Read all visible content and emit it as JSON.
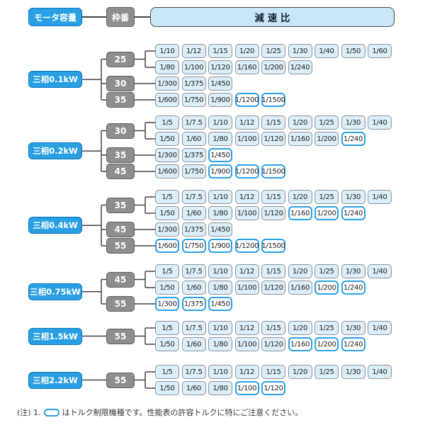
{
  "header": {
    "motor_capacity_label": "モータ容量",
    "frame_label": "枠番",
    "ratio_label": "減 速 比"
  },
  "colors": {
    "accent_blue": "#29a0e4",
    "accent_blue_border": "#0d76bb",
    "frame_gray": "#8e8e8e",
    "ratio_fill": "#dceef9",
    "ratio_border": "#8b949c",
    "torque_limited_border": "#2b9fe6",
    "ratio_header_fill": "#c8e6f7",
    "connector_line": "#444444"
  },
  "sections": [
    {
      "motor": "三相0.1kW",
      "frames": [
        {
          "size": "25",
          "rows": [
            [
              {
                "value": "1/10",
                "torque_limited": false
              },
              {
                "value": "1/12",
                "torque_limited": false
              },
              {
                "value": "1/15",
                "torque_limited": false
              },
              {
                "value": "1/20",
                "torque_limited": false
              },
              {
                "value": "1/25",
                "torque_limited": false
              },
              {
                "value": "1/30",
                "torque_limited": false
              },
              {
                "value": "1/40",
                "torque_limited": false
              },
              {
                "value": "1/50",
                "torque_limited": false
              },
              {
                "value": "1/60",
                "torque_limited": false
              }
            ],
            [
              {
                "value": "1/80",
                "torque_limited": false
              },
              {
                "value": "1/100",
                "torque_limited": false
              },
              {
                "value": "1/120",
                "torque_limited": false
              },
              {
                "value": "1/160",
                "torque_limited": false
              },
              {
                "value": "1/200",
                "torque_limited": false
              },
              {
                "value": "1/240",
                "torque_limited": false
              }
            ]
          ]
        },
        {
          "size": "30",
          "rows": [
            [
              {
                "value": "1/300",
                "torque_limited": false
              },
              {
                "value": "1/375",
                "torque_limited": false
              },
              {
                "value": "1/450",
                "torque_limited": false
              }
            ]
          ]
        },
        {
          "size": "35",
          "rows": [
            [
              {
                "value": "1/600",
                "torque_limited": false
              },
              {
                "value": "1/750",
                "torque_limited": false
              },
              {
                "value": "1/900",
                "torque_limited": false
              },
              {
                "value": "1/1200",
                "torque_limited": true
              },
              {
                "value": "1/1500",
                "torque_limited": true
              }
            ]
          ]
        }
      ]
    },
    {
      "motor": "三相0.2kW",
      "frames": [
        {
          "size": "30",
          "rows": [
            [
              {
                "value": "1/5",
                "torque_limited": false
              },
              {
                "value": "1/7.5",
                "torque_limited": false
              },
              {
                "value": "1/10",
                "torque_limited": false
              },
              {
                "value": "1/12",
                "torque_limited": false
              },
              {
                "value": "1/15",
                "torque_limited": false
              },
              {
                "value": "1/20",
                "torque_limited": false
              },
              {
                "value": "1/25",
                "torque_limited": false
              },
              {
                "value": "1/30",
                "torque_limited": false
              },
              {
                "value": "1/40",
                "torque_limited": false
              }
            ],
            [
              {
                "value": "1/50",
                "torque_limited": false
              },
              {
                "value": "1/60",
                "torque_limited": false
              },
              {
                "value": "1/80",
                "torque_limited": false
              },
              {
                "value": "1/100",
                "torque_limited": false
              },
              {
                "value": "1/120",
                "torque_limited": false
              },
              {
                "value": "1/160",
                "torque_limited": false
              },
              {
                "value": "1/200",
                "torque_limited": false
              },
              {
                "value": "1/240",
                "torque_limited": true
              }
            ]
          ]
        },
        {
          "size": "35",
          "rows": [
            [
              {
                "value": "1/300",
                "torque_limited": false
              },
              {
                "value": "1/375",
                "torque_limited": false
              },
              {
                "value": "1/450",
                "torque_limited": true
              }
            ]
          ]
        },
        {
          "size": "45",
          "rows": [
            [
              {
                "value": "1/600",
                "torque_limited": false
              },
              {
                "value": "1/750",
                "torque_limited": false
              },
              {
                "value": "1/900",
                "torque_limited": true
              },
              {
                "value": "1/1200",
                "torque_limited": true
              },
              {
                "value": "1/1500",
                "torque_limited": true
              }
            ]
          ]
        }
      ]
    },
    {
      "motor": "三相0.4kW",
      "frames": [
        {
          "size": "35",
          "rows": [
            [
              {
                "value": "1/5",
                "torque_limited": false
              },
              {
                "value": "1/7.5",
                "torque_limited": false
              },
              {
                "value": "1/10",
                "torque_limited": false
              },
              {
                "value": "1/12",
                "torque_limited": false
              },
              {
                "value": "1/15",
                "torque_limited": false
              },
              {
                "value": "1/20",
                "torque_limited": false
              },
              {
                "value": "1/25",
                "torque_limited": false
              },
              {
                "value": "1/30",
                "torque_limited": false
              },
              {
                "value": "1/40",
                "torque_limited": false
              }
            ],
            [
              {
                "value": "1/50",
                "torque_limited": false
              },
              {
                "value": "1/60",
                "torque_limited": false
              },
              {
                "value": "1/80",
                "torque_limited": false
              },
              {
                "value": "1/100",
                "torque_limited": false
              },
              {
                "value": "1/120",
                "torque_limited": false
              },
              {
                "value": "1/160",
                "torque_limited": true
              },
              {
                "value": "1/200",
                "torque_limited": true
              },
              {
                "value": "1/240",
                "torque_limited": true
              }
            ]
          ]
        },
        {
          "size": "45",
          "rows": [
            [
              {
                "value": "1/300",
                "torque_limited": false
              },
              {
                "value": "1/375",
                "torque_limited": false
              },
              {
                "value": "1/450",
                "torque_limited": false
              }
            ]
          ]
        },
        {
          "size": "55",
          "rows": [
            [
              {
                "value": "1/600",
                "torque_limited": true
              },
              {
                "value": "1/750",
                "torque_limited": true
              },
              {
                "value": "1/900",
                "torque_limited": true
              },
              {
                "value": "1/1200",
                "torque_limited": true
              },
              {
                "value": "1/1500",
                "torque_limited": true
              }
            ]
          ]
        }
      ]
    },
    {
      "motor": "三相0.75kW",
      "frames": [
        {
          "size": "45",
          "rows": [
            [
              {
                "value": "1/5",
                "torque_limited": false
              },
              {
                "value": "1/7.5",
                "torque_limited": false
              },
              {
                "value": "1/10",
                "torque_limited": false
              },
              {
                "value": "1/12",
                "torque_limited": false
              },
              {
                "value": "1/15",
                "torque_limited": false
              },
              {
                "value": "1/20",
                "torque_limited": false
              },
              {
                "value": "1/25",
                "torque_limited": false
              },
              {
                "value": "1/30",
                "torque_limited": false
              },
              {
                "value": "1/40",
                "torque_limited": false
              }
            ],
            [
              {
                "value": "1/50",
                "torque_limited": false
              },
              {
                "value": "1/60",
                "torque_limited": false
              },
              {
                "value": "1/80",
                "torque_limited": false
              },
              {
                "value": "1/100",
                "torque_limited": false
              },
              {
                "value": "1/120",
                "torque_limited": false
              },
              {
                "value": "1/160",
                "torque_limited": false
              },
              {
                "value": "1/200",
                "torque_limited": true
              },
              {
                "value": "1/240",
                "torque_limited": true
              }
            ]
          ]
        },
        {
          "size": "55",
          "rows": [
            [
              {
                "value": "1/300",
                "torque_limited": true
              },
              {
                "value": "1/375",
                "torque_limited": true
              },
              {
                "value": "1/450",
                "torque_limited": true
              }
            ]
          ]
        }
      ]
    },
    {
      "motor": "三相1.5kW",
      "frames": [
        {
          "size": "55",
          "rows": [
            [
              {
                "value": "1/5",
                "torque_limited": false
              },
              {
                "value": "1/7.5",
                "torque_limited": false
              },
              {
                "value": "1/10",
                "torque_limited": false
              },
              {
                "value": "1/12",
                "torque_limited": false
              },
              {
                "value": "1/15",
                "torque_limited": false
              },
              {
                "value": "1/20",
                "torque_limited": false
              },
              {
                "value": "1/25",
                "torque_limited": false
              },
              {
                "value": "1/30",
                "torque_limited": false
              },
              {
                "value": "1/40",
                "torque_limited": false
              }
            ],
            [
              {
                "value": "1/50",
                "torque_limited": false
              },
              {
                "value": "1/60",
                "torque_limited": false
              },
              {
                "value": "1/80",
                "torque_limited": false
              },
              {
                "value": "1/100",
                "torque_limited": false
              },
              {
                "value": "1/120",
                "torque_limited": false
              },
              {
                "value": "1/160",
                "torque_limited": true
              },
              {
                "value": "1/200",
                "torque_limited": true
              },
              {
                "value": "1/240",
                "torque_limited": true
              }
            ]
          ]
        }
      ]
    },
    {
      "motor": "三相2.2kW",
      "frames": [
        {
          "size": "55",
          "rows": [
            [
              {
                "value": "1/5",
                "torque_limited": false
              },
              {
                "value": "1/7.5",
                "torque_limited": false
              },
              {
                "value": "1/10",
                "torque_limited": false
              },
              {
                "value": "1/12",
                "torque_limited": false
              },
              {
                "value": "1/15",
                "torque_limited": false
              },
              {
                "value": "1/20",
                "torque_limited": false
              },
              {
                "value": "1/25",
                "torque_limited": false
              },
              {
                "value": "1/30",
                "torque_limited": false
              },
              {
                "value": "1/40",
                "torque_limited": false
              }
            ],
            [
              {
                "value": "1/50",
                "torque_limited": false
              },
              {
                "value": "1/60",
                "torque_limited": false
              },
              {
                "value": "1/80",
                "torque_limited": false
              },
              {
                "value": "1/100",
                "torque_limited": true
              },
              {
                "value": "1/120",
                "torque_limited": true
              }
            ]
          ]
        }
      ]
    }
  ],
  "footnote": {
    "prefix": "(注) 1.",
    "text": "はトルク制限機種です。性能表の許容トルクに特にご注意ください。"
  }
}
